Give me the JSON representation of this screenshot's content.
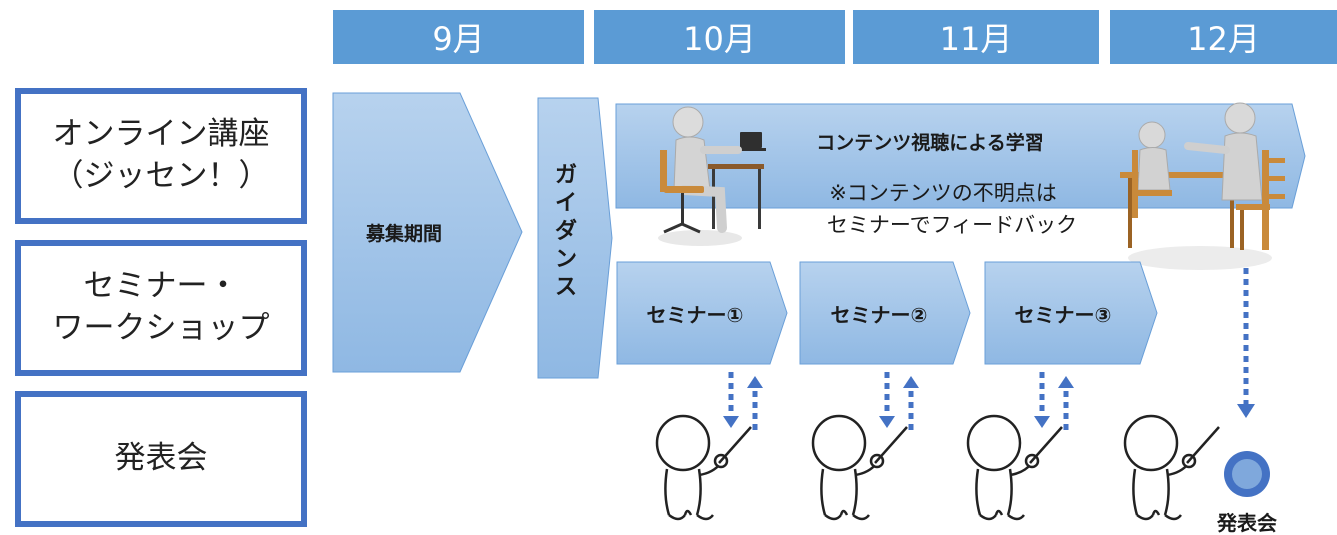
{
  "months": [
    "9月",
    "10月",
    "11月",
    "12月"
  ],
  "rows": {
    "online": {
      "line1": "オンライン講座",
      "line2": "（ジッセン！）"
    },
    "seminar": {
      "line1": "セミナー・",
      "line2": "ワークショップ"
    },
    "presentation": {
      "label": "発表会"
    }
  },
  "phases": {
    "recruitment": "募集期間",
    "guidance_chars": [
      "ガ",
      "イ",
      "ダ",
      "ン",
      "ス"
    ],
    "learning": "コンテンツ視聴による学習",
    "note_line1": "※コンテンツの不明点は",
    "note_line2": "セミナーでフィードバック"
  },
  "seminars": [
    "セミナー①",
    "セミナー②",
    "セミナー③"
  ],
  "presentation_label": "発表会",
  "colors": {
    "month_header": "#5b9bd5",
    "row_border": "#4472c4",
    "arrow_fill": "#9dc3e6",
    "arrow_stroke": "#6a9fd8",
    "dotted_arrow": "#4472c4"
  }
}
